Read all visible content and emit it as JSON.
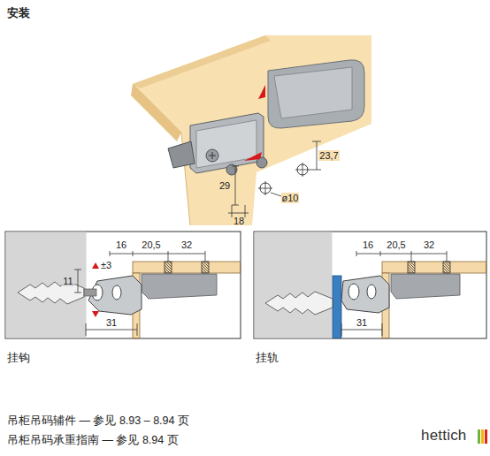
{
  "diagram": {
    "title": "安装",
    "labels": [
      "23,7",
      "29",
      "ø10",
      "18",
      "16",
      "20,5",
      "32",
      "11",
      "±3",
      "31",
      "16",
      "20,5",
      "32",
      "31",
      "挂钩",
      "挂轨",
      "吊柜吊码辅件 — 参见 8.93 – 8.94 页",
      "吊柜吊码承重指南 — 参见 8.94 页",
      "hettich"
    ]
  }
}
